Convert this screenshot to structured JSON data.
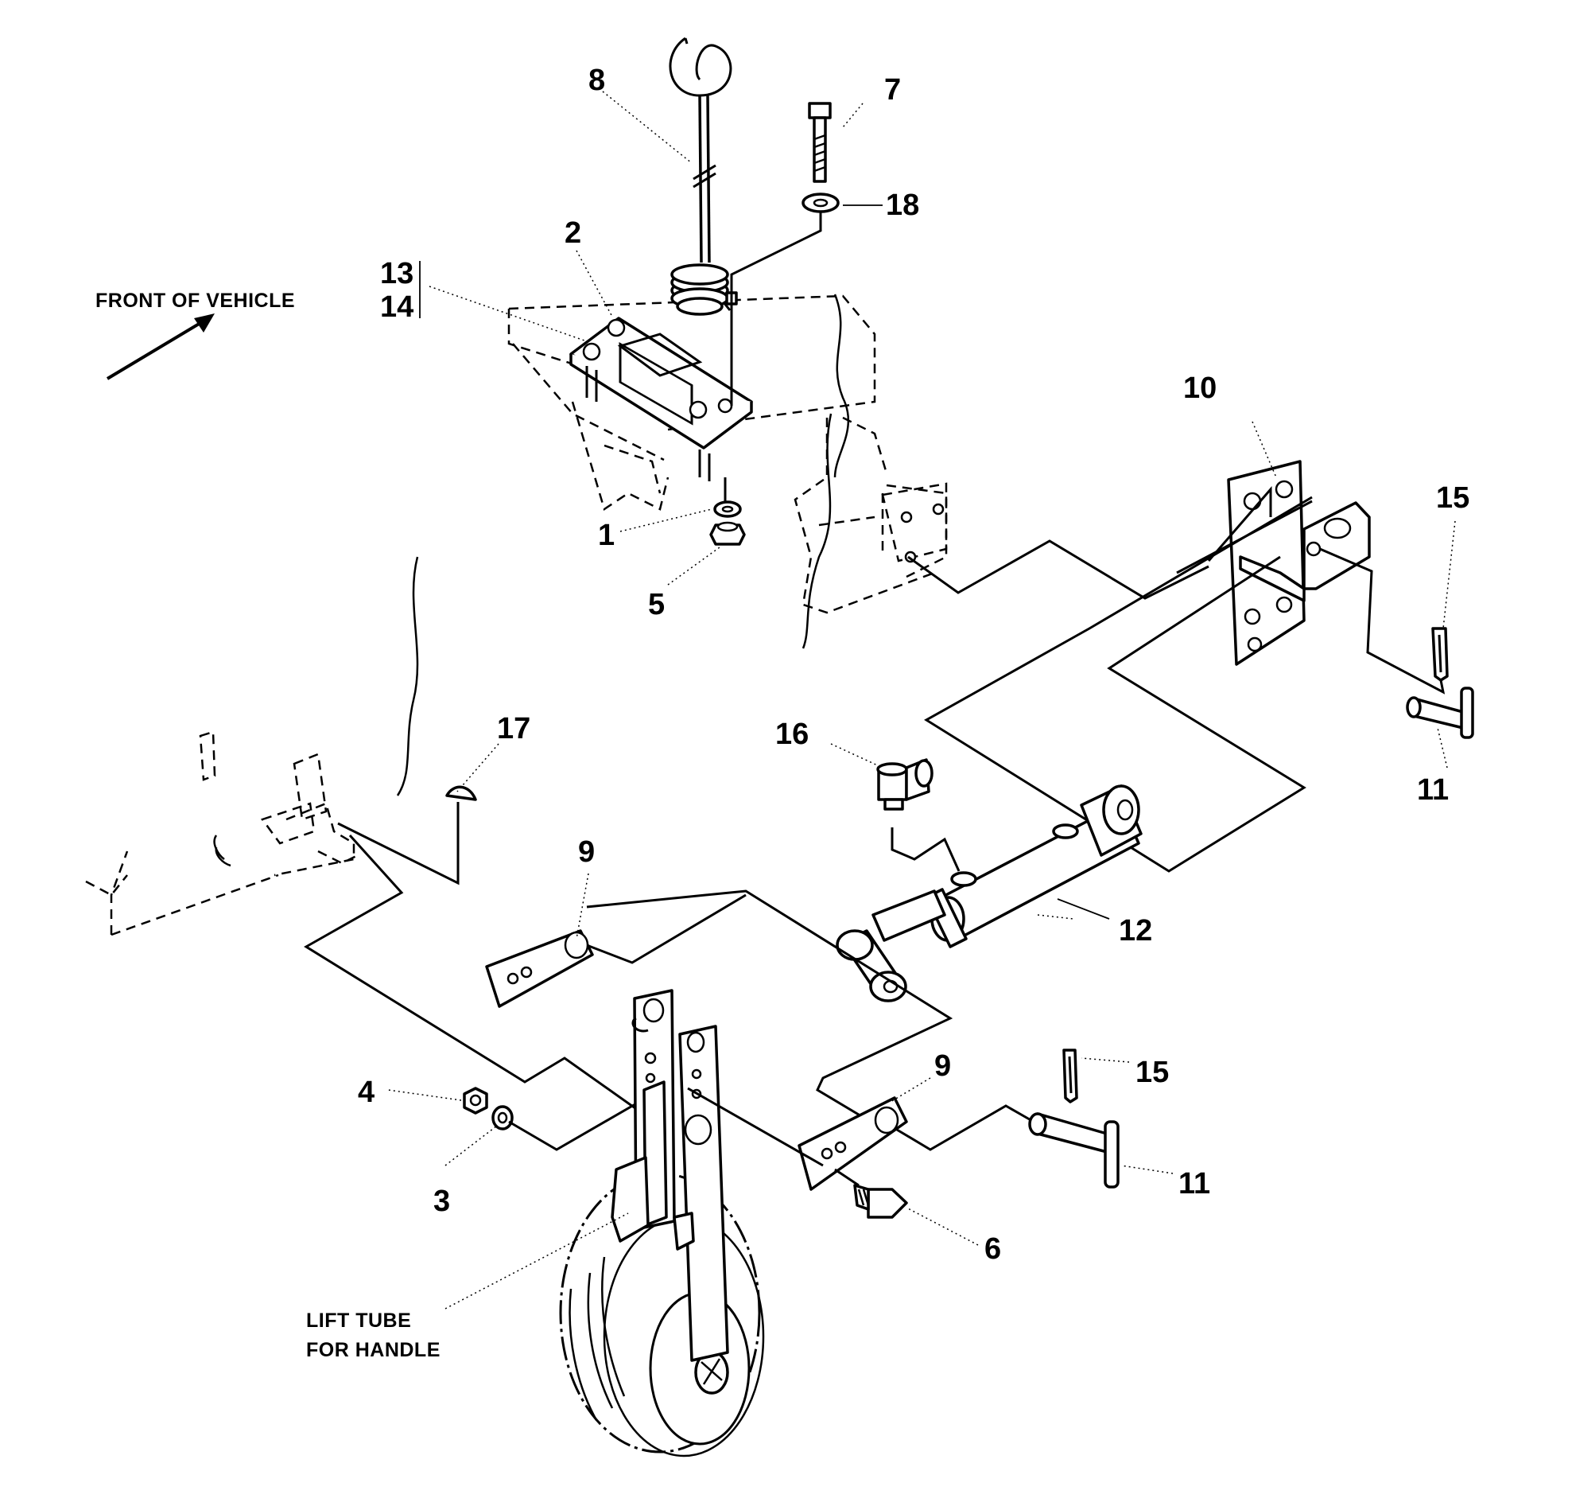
{
  "diagram": {
    "front_label": "FRONT OF VEHICLE",
    "lift_tube_label_line1": "LIFT TUBE",
    "lift_tube_label_line2": "FOR HANDLE",
    "callouts": {
      "c1": "1",
      "c2": "2",
      "c3": "3",
      "c4": "4",
      "c5": "5",
      "c6": "6",
      "c7": "7",
      "c8": "8",
      "c9a": "9",
      "c9b": "9",
      "c10": "10",
      "c11a": "11",
      "c11b": "11",
      "c12": "12",
      "c13": "13",
      "c14": "14",
      "c15a": "15",
      "c15b": "15",
      "c16": "16",
      "c17": "17",
      "c18": "18"
    }
  }
}
